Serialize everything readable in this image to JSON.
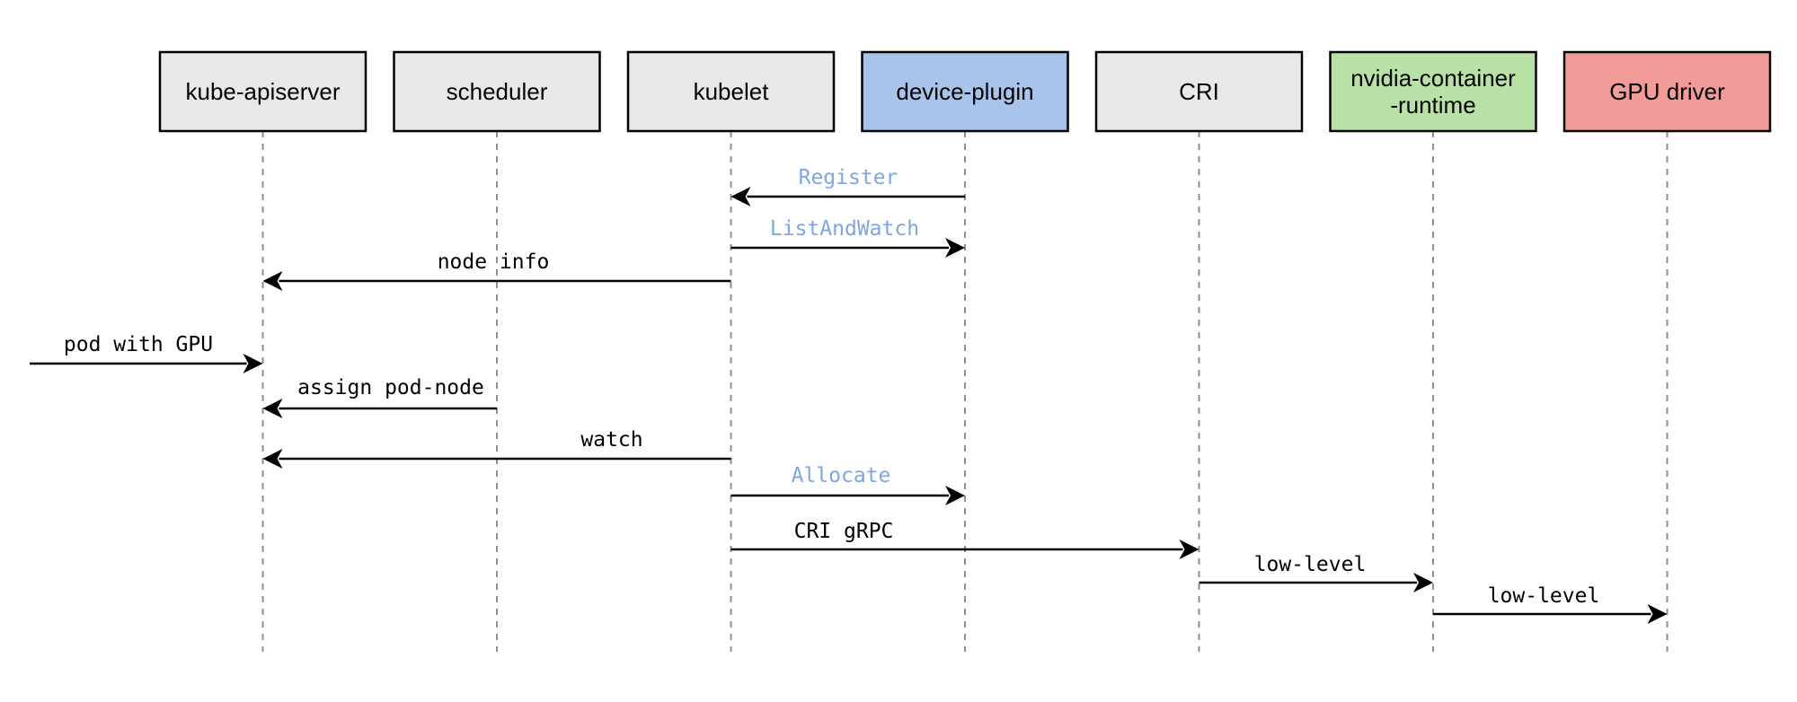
{
  "colors": {
    "box_default": "#e8e8e8",
    "box_device_plugin": "#a9c4eb",
    "box_runtime": "#b9e0a5",
    "box_driver": "#f19c99",
    "label_blue": "#7ea6e0",
    "label_default": "#000000"
  },
  "actors": [
    {
      "id": "kube-apiserver",
      "lines": [
        "kube-apiserver"
      ],
      "color": "#e8e8e8"
    },
    {
      "id": "scheduler",
      "lines": [
        "scheduler"
      ],
      "color": "#e8e8e8"
    },
    {
      "id": "kubelet",
      "lines": [
        "kubelet"
      ],
      "color": "#e8e8e8"
    },
    {
      "id": "device-plugin",
      "lines": [
        "device-plugin"
      ],
      "color": "#a9c4eb"
    },
    {
      "id": "cri",
      "lines": [
        "CRI"
      ],
      "color": "#e8e8e8"
    },
    {
      "id": "nvidia-container-runtime",
      "lines": [
        "nvidia-container",
        "-runtime"
      ],
      "color": "#b9e0a5"
    },
    {
      "id": "gpu-driver",
      "lines": [
        "GPU driver"
      ],
      "color": "#f19c99"
    }
  ],
  "messages": [
    {
      "label": "Register",
      "from": "device-plugin",
      "to": "kubelet",
      "color": "#7ea6e0"
    },
    {
      "label": "ListAndWatch",
      "from": "kubelet",
      "to": "device-plugin",
      "color": "#7ea6e0"
    },
    {
      "label": "node info",
      "from": "kubelet",
      "to": "kube-apiserver",
      "color": "#000000"
    },
    {
      "label": "pod with GPU",
      "from": "external",
      "to": "kube-apiserver",
      "color": "#000000"
    },
    {
      "label": "assign pod-node",
      "from": "scheduler",
      "to": "kube-apiserver",
      "color": "#000000"
    },
    {
      "label": "watch",
      "from": "kubelet",
      "to": "kube-apiserver",
      "color": "#000000"
    },
    {
      "label": "Allocate",
      "from": "kubelet",
      "to": "device-plugin",
      "color": "#7ea6e0"
    },
    {
      "label": "CRI gRPC",
      "from": "kubelet",
      "to": "cri",
      "color": "#000000"
    },
    {
      "label": "low-level",
      "from": "cri",
      "to": "nvidia-container-runtime",
      "color": "#000000"
    },
    {
      "label": "low-level",
      "from": "nvidia-container-runtime",
      "to": "gpu-driver",
      "color": "#000000"
    }
  ]
}
